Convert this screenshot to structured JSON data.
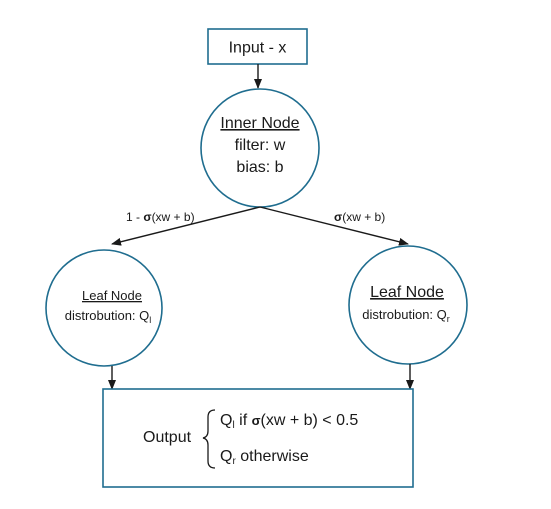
{
  "input_box": {
    "label": "Input - x"
  },
  "inner_node": {
    "title": "Inner Node",
    "filter": "filter: w",
    "bias": "bias: b"
  },
  "edges": {
    "left": {
      "prefix": "1 - ",
      "sigma": "σ",
      "suffix": "(xw + b)"
    },
    "right": {
      "sigma": "σ",
      "suffix": "(xw + b)"
    }
  },
  "leaf_left": {
    "title": "Leaf Node",
    "dist_label": "distrobution: Q",
    "dist_sub": "l"
  },
  "leaf_right": {
    "title": "Leaf Node",
    "dist_label": "distrobution: Q",
    "dist_sub": "r"
  },
  "output_box": {
    "label": "Output",
    "case1_q": "Q",
    "case1_sub": "l",
    "case1_if": " if ",
    "case1_sigma": "σ",
    "case1_cond": "(xw + b) < 0.5",
    "case2_q": "Q",
    "case2_sub": "r",
    "case2_rest": " otherwise"
  },
  "colors": {
    "node_stroke": "#1f6d8f",
    "box_stroke": "#1f6d8f",
    "edge": "#1a1a1a",
    "text": "#1a1a1a"
  }
}
